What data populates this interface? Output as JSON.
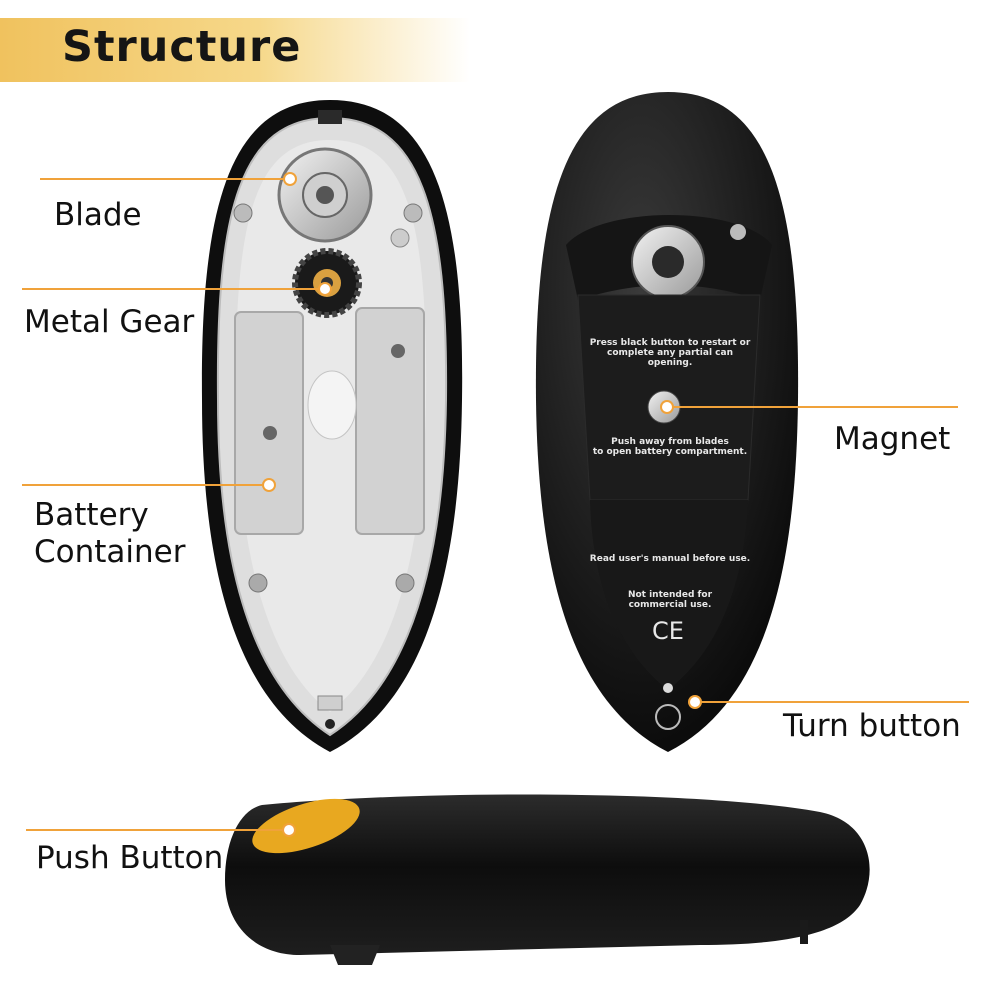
{
  "header": {
    "title": "Structure"
  },
  "labels": {
    "blade": "Blade",
    "metal_gear": "Metal Gear",
    "battery_line1": "Battery",
    "battery_line2": "Container",
    "magnet": "Magnet",
    "turn_button": "Turn button",
    "push_button": "Push Button"
  },
  "device_text": {
    "restart_line1": "Press black button to restart or",
    "restart_line2": "complete any partial can opening.",
    "push_line1": "Push away from blades",
    "push_line2": "to open battery compartment.",
    "manual": "Read user's manual before use.",
    "commercial_line1": "Not intended for",
    "commercial_line2": "commercial use.",
    "ce_mark": "CE"
  },
  "colors": {
    "accent": "#f0a23a",
    "banner": "#f0c25e",
    "push_button": "#e8a820"
  }
}
